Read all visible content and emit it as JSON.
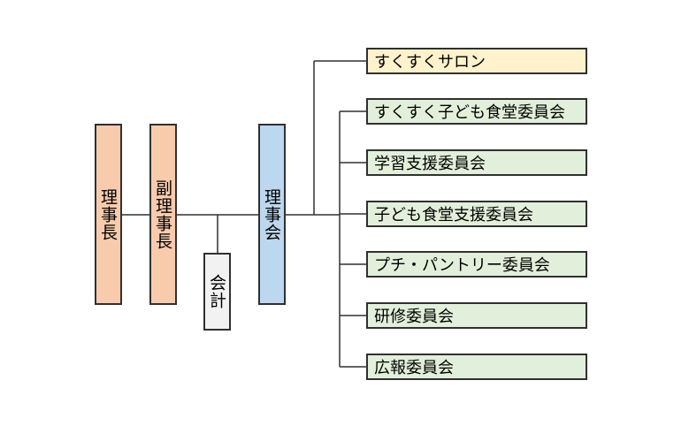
{
  "colors": {
    "leader": "#f8cbad",
    "accounting": "#f2f2f2",
    "board": "#bdd7ee",
    "salon": "#fff2cc",
    "committee": "#e2efda",
    "border": "#303030",
    "line": "#303030"
  },
  "leaders": {
    "chair": "理事長",
    "vice_chair": "副理事長",
    "accounting": "会計",
    "board": "理事会"
  },
  "units": [
    "すくすくサロン",
    "すくすく子ども食堂委員会",
    "学習支援委員会",
    "子ども食堂支援委員会",
    "プチ・パントリー委員会",
    "研修委員会",
    "広報委員会"
  ]
}
